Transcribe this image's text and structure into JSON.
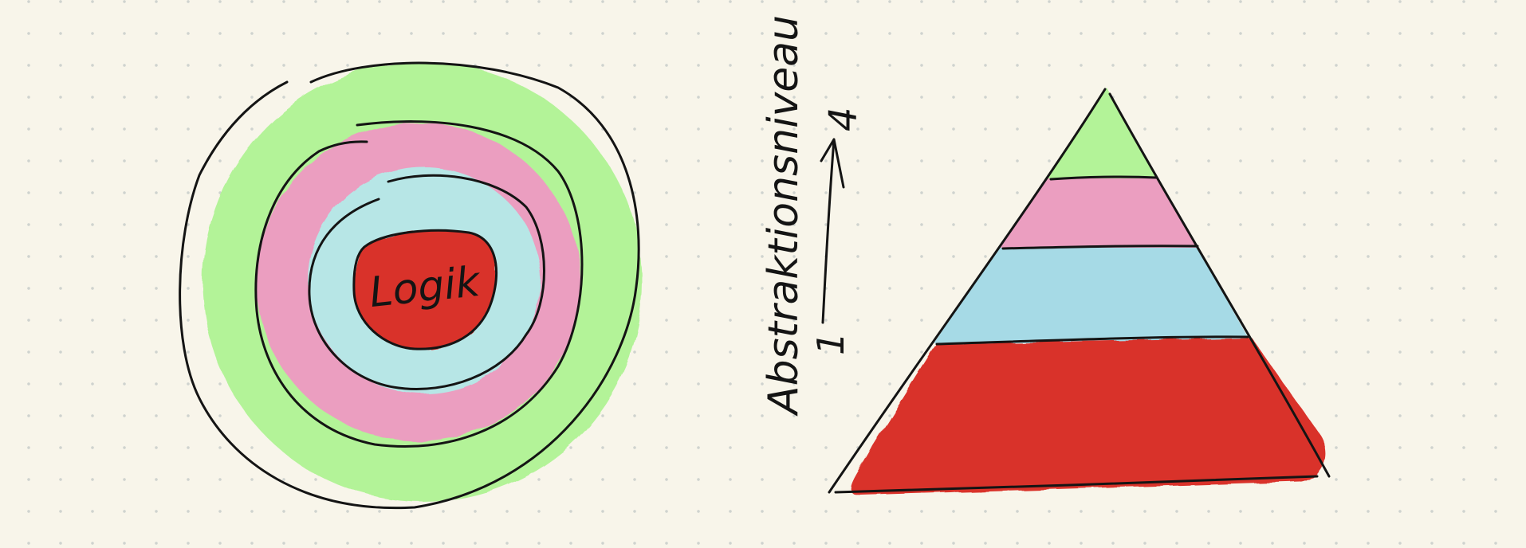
{
  "colors": {
    "background": "#f8f5ea",
    "dot_grid": "#cfd3cf",
    "ink": "#141414",
    "green": "#b3f398",
    "pink": "#eb9ec0",
    "light_blue": "#b7e6e6",
    "blue": "#a6dae6",
    "red": "#d9302a"
  },
  "onion": {
    "core_label": "Logik",
    "rings": [
      "green",
      "pink",
      "light_blue",
      "red"
    ]
  },
  "pyramid": {
    "layers_top_to_bottom": [
      "green",
      "pink",
      "blue",
      "red"
    ]
  },
  "axis": {
    "label": "Abstraktionsniveau",
    "start": "1",
    "end": "4"
  }
}
